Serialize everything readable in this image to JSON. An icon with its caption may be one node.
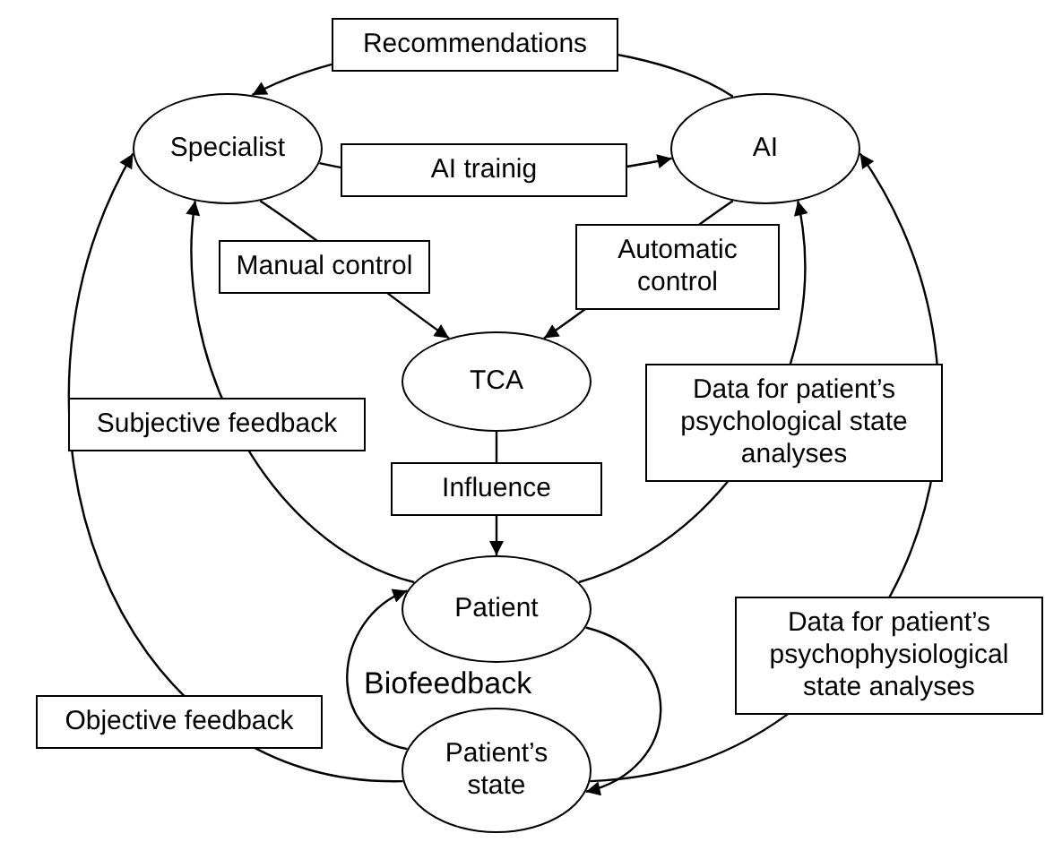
{
  "diagram": {
    "nodes": [
      {
        "text": [
          "Specialist"
        ]
      },
      {
        "text": [
          "AI"
        ]
      },
      {
        "text": [
          "TCA"
        ]
      },
      {
        "text": [
          "Patient"
        ]
      },
      {
        "text": [
          "Patient’s state"
        ]
      }
    ],
    "edges": [
      {
        "from": 1,
        "to": 0,
        "arrow": "to",
        "label": "Recommendations"
      },
      {
        "from": 0,
        "to": 1,
        "arrow": "to",
        "label": "AI trainig"
      },
      {
        "from": 0,
        "to": 2,
        "arrow": "to",
        "label": "Manual control"
      },
      {
        "from": 1,
        "to": 2,
        "arrow": "to",
        "label": "Automatic control"
      },
      {
        "from": 2,
        "to": 3,
        "arrow": "to",
        "label": "Influence"
      },
      {
        "from": 3,
        "to": 0,
        "arrow": "to",
        "label": "Subjective feedback"
      },
      {
        "from": 3,
        "to": 1,
        "arrow": "to",
        "label": "Data for patient’s psychological state analyses"
      },
      {
        "from": 4,
        "to": 0,
        "arrow": "to",
        "label": "Objective feedback"
      },
      {
        "from": 4,
        "to": 1,
        "arrow": "to",
        "label": "Data for patient’s psychophysiological state analyses"
      },
      {
        "from": 3,
        "to": 4,
        "arrow": "to"
      },
      {
        "from": 4,
        "to": 3,
        "arrow": "to"
      }
    ],
    "labels": [
      "Biofeedback"
    ]
  }
}
